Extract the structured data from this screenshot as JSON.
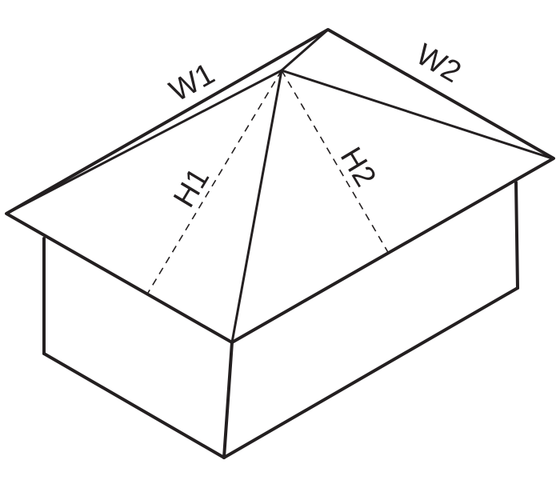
{
  "labels": {
    "w1": "W1",
    "w2": "W2",
    "h1": "H1",
    "h2": "H2"
  },
  "colors": {
    "line": "#231f20",
    "background": "#ffffff"
  }
}
